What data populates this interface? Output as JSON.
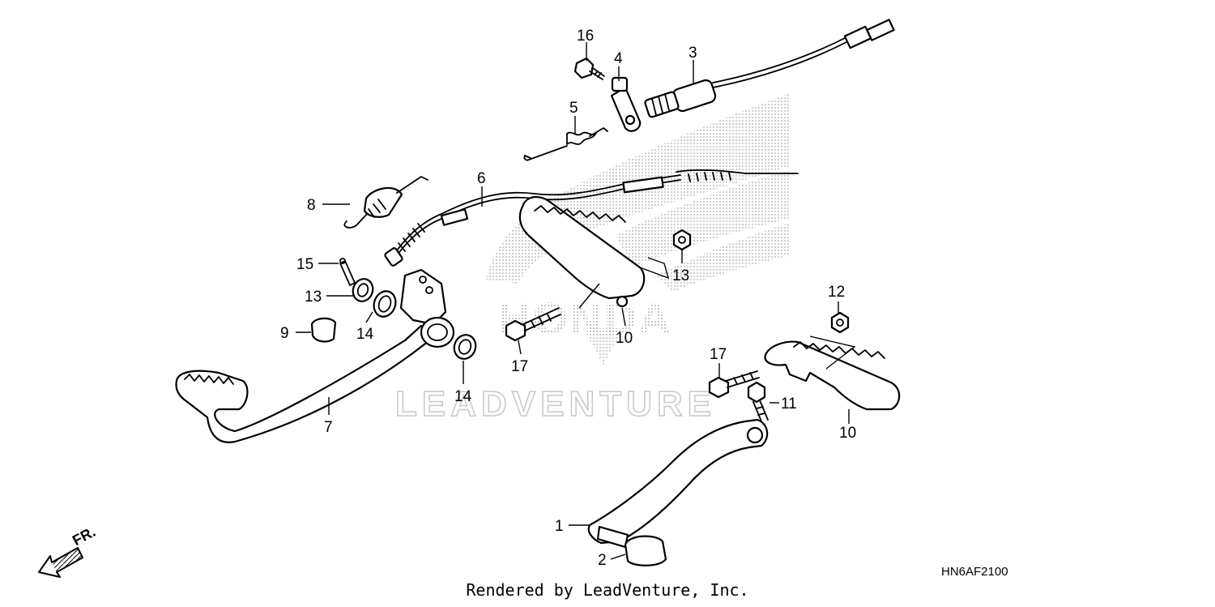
{
  "watermark": {
    "brand": "HONDA",
    "company": "LEADVENTURE"
  },
  "callouts": [
    {
      "id": "c1",
      "label": "1"
    },
    {
      "id": "c2",
      "label": "2"
    },
    {
      "id": "c3",
      "label": "3"
    },
    {
      "id": "c4",
      "label": "4"
    },
    {
      "id": "c5",
      "label": "5"
    },
    {
      "id": "c6",
      "label": "6"
    },
    {
      "id": "c7",
      "label": "7"
    },
    {
      "id": "c8",
      "label": "8"
    },
    {
      "id": "c9",
      "label": "9"
    },
    {
      "id": "c10a",
      "label": "10"
    },
    {
      "id": "c10b",
      "label": "10"
    },
    {
      "id": "c11",
      "label": "11"
    },
    {
      "id": "c12",
      "label": "12"
    },
    {
      "id": "c13a",
      "label": "13"
    },
    {
      "id": "c13b",
      "label": "13"
    },
    {
      "id": "c14a",
      "label": "14"
    },
    {
      "id": "c14b",
      "label": "14"
    },
    {
      "id": "c15",
      "label": "15"
    },
    {
      "id": "c16",
      "label": "16"
    },
    {
      "id": "c17a",
      "label": "17"
    },
    {
      "id": "c17b",
      "label": "17"
    }
  ],
  "front_indicator": {
    "label": "FR."
  },
  "diagram_code": "HN6AF2100",
  "footer": "Rendered by LeadVenture, Inc."
}
